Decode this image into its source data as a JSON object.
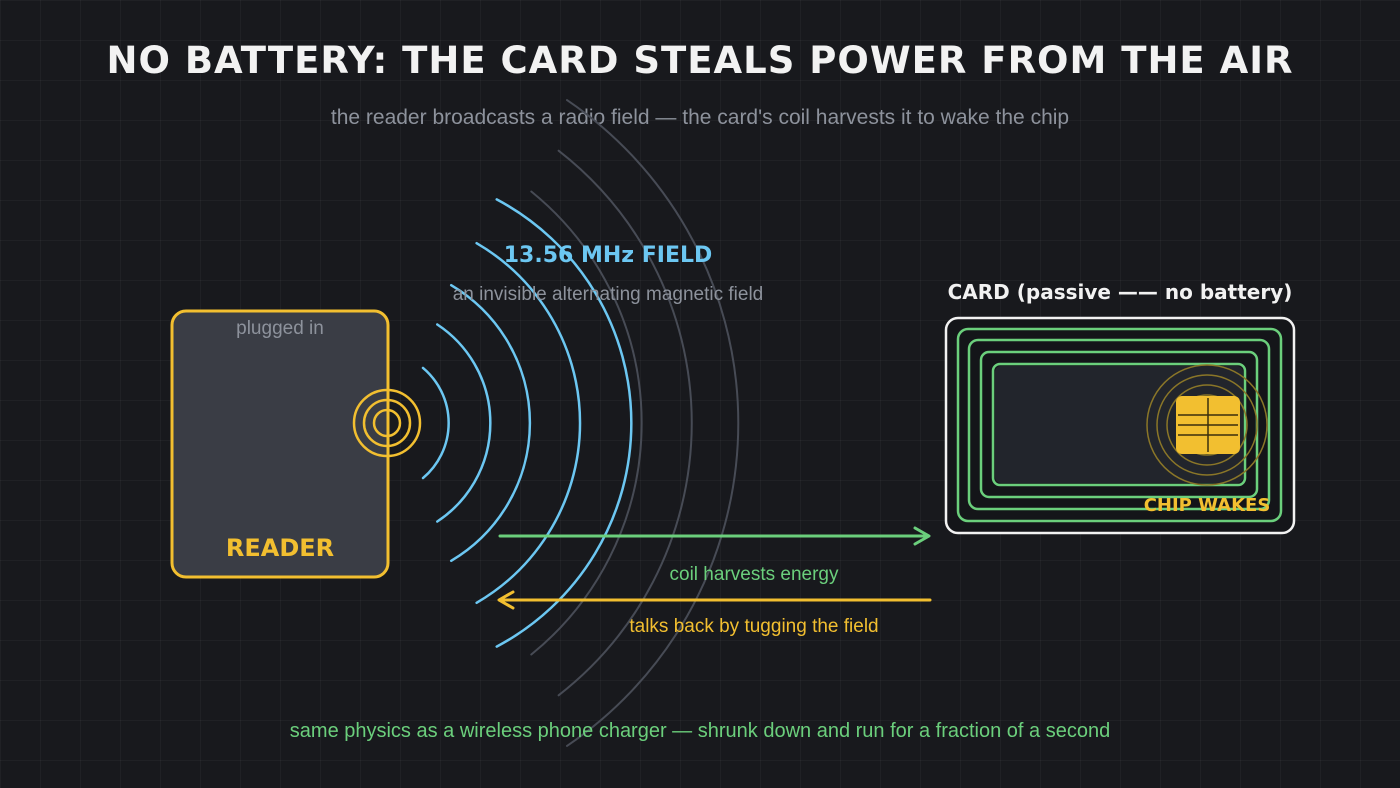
{
  "title": "NO BATTERY: THE CARD STEALS POWER FROM THE AIR",
  "subtitle": "the reader broadcasts a radio field — the card's coil harvests it to wake the chip",
  "reader": {
    "top_label": "plugged in",
    "name": "READER"
  },
  "field": {
    "label": "13.56 MHz FIELD",
    "description": "an invisible alternating magnetic field"
  },
  "card": {
    "label": "CARD  (passive —— no battery)",
    "chip_label": "CHIP WAKES"
  },
  "arrows": {
    "energy_label": "coil harvests energy",
    "talkback_label": "talks back by tugging the field"
  },
  "footer": "same physics as a wireless phone charger — shrunk down and run for a fraction of a second",
  "colors": {
    "reader": "#f2bf30",
    "field": "#6cc7f2",
    "field_faint": "#474b55",
    "coil": "#6bcf7c",
    "card_border": "#f2f2f2",
    "chip": "#f2bf30",
    "background": "#18191d"
  }
}
